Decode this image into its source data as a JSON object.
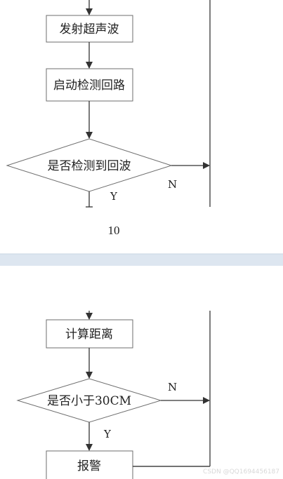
{
  "flowchart_top": {
    "box_emit": "发射超声波",
    "box_start_detect": "启动检测回路",
    "decision_echo": "是否检测到回波",
    "label_no": "N",
    "label_yes": "Y"
  },
  "page_number": "10",
  "flowchart_bottom": {
    "box_compute": "计算距离",
    "decision_distance": "是否小于30CM",
    "label_no": "N",
    "label_yes": "Y",
    "box_alarm": "报警"
  },
  "watermark": "CSDN @QQ1694456187",
  "colors": {
    "stroke": "#6e6e6e",
    "arrow": "#333333",
    "page_separator": "#dde6f0"
  }
}
